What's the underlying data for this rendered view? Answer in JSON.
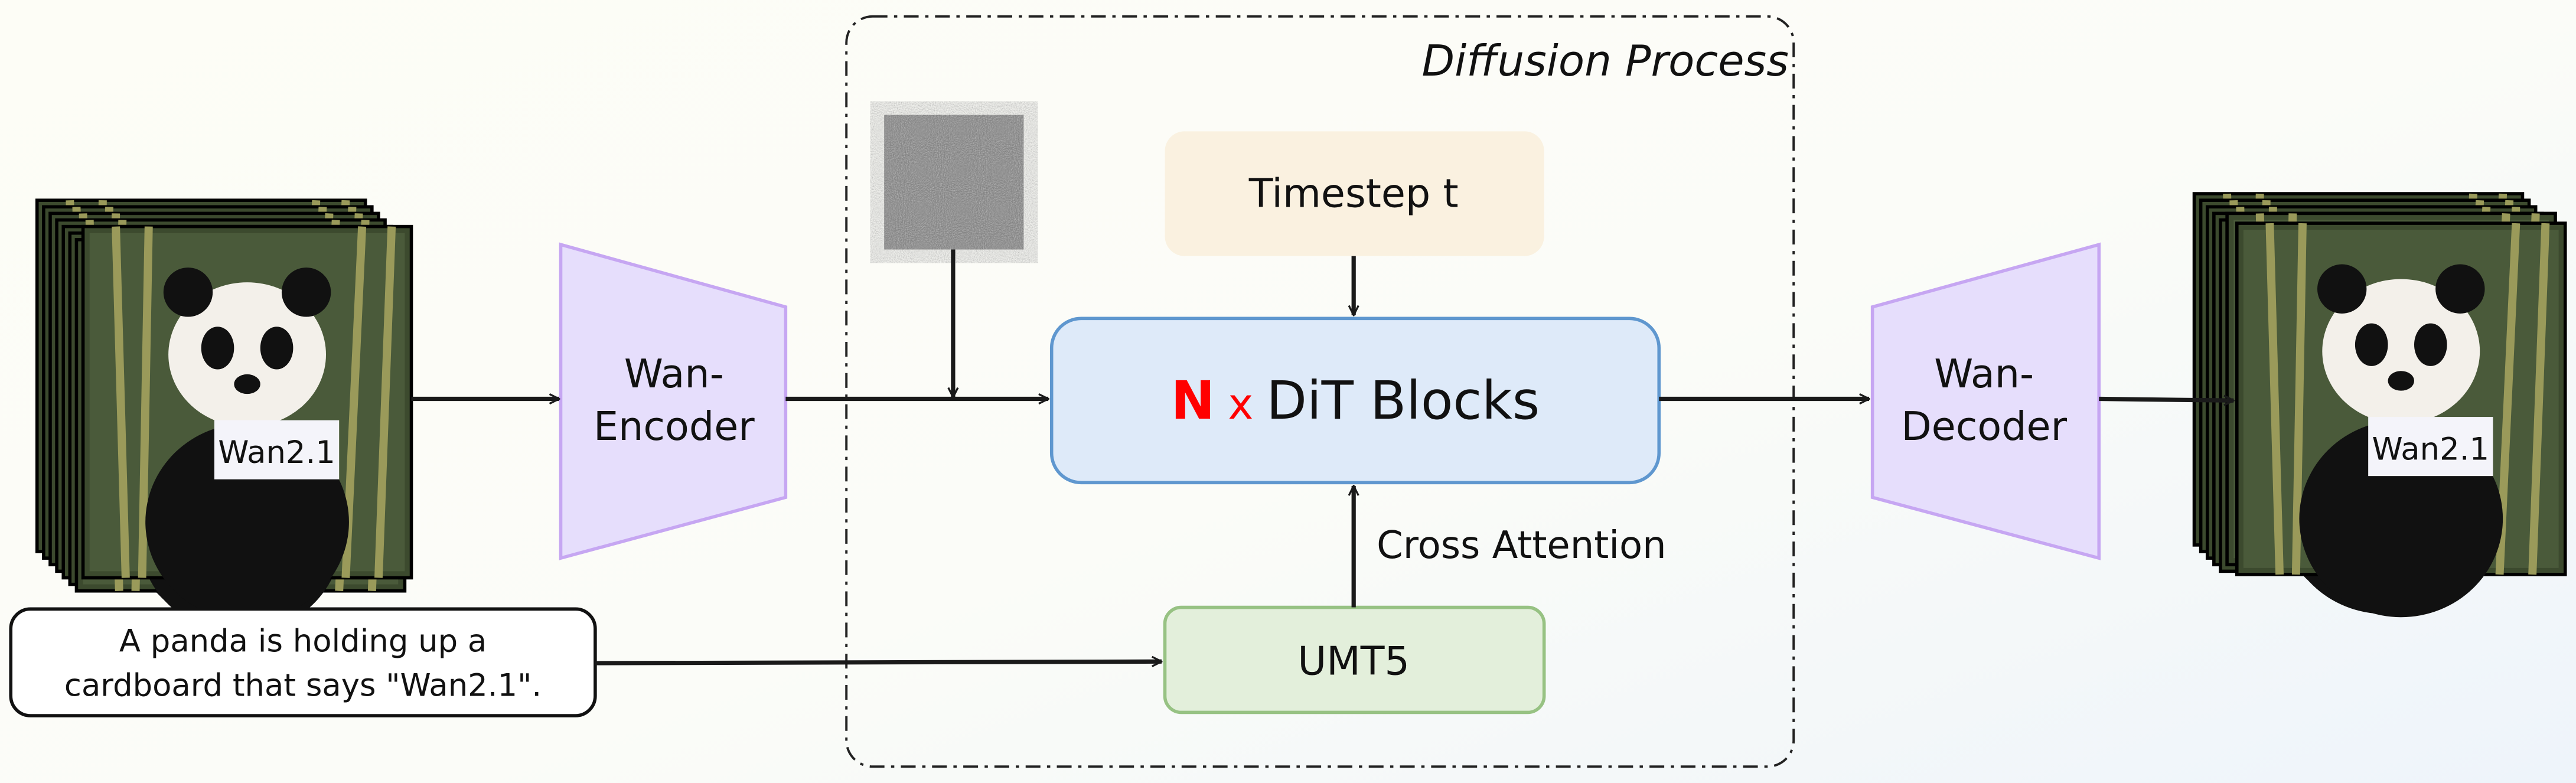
{
  "diffusion_process": {
    "title": "Diffusion Process"
  },
  "input_video": {
    "sign_text": "Wan2.1"
  },
  "output_video": {
    "sign_text": "Wan2.1"
  },
  "encoder": {
    "line1": "Wan-",
    "line2": "Encoder"
  },
  "decoder": {
    "line1": "Wan-",
    "line2": "Decoder"
  },
  "timestep": {
    "label": "Timestep t"
  },
  "dit": {
    "n": "N",
    "x": "x",
    "label": "DiT Blocks"
  },
  "cross_attention": {
    "label": "Cross Attention"
  },
  "umt5": {
    "label": "UMT5"
  },
  "prompt": {
    "line1": "A panda is holding up a",
    "line2": "cardboard that says \"Wan2.1\"."
  },
  "colors": {
    "encoder_fill": "#e6defc",
    "encoder_stroke": "#c6a6f2",
    "timestep_fill": "#faf1e0",
    "dit_fill": "#deeaf9",
    "dit_stroke": "#5f97cf",
    "umt5_fill": "#e3efdb",
    "umt5_stroke": "#97c283",
    "n_color": "#ff0000"
  }
}
